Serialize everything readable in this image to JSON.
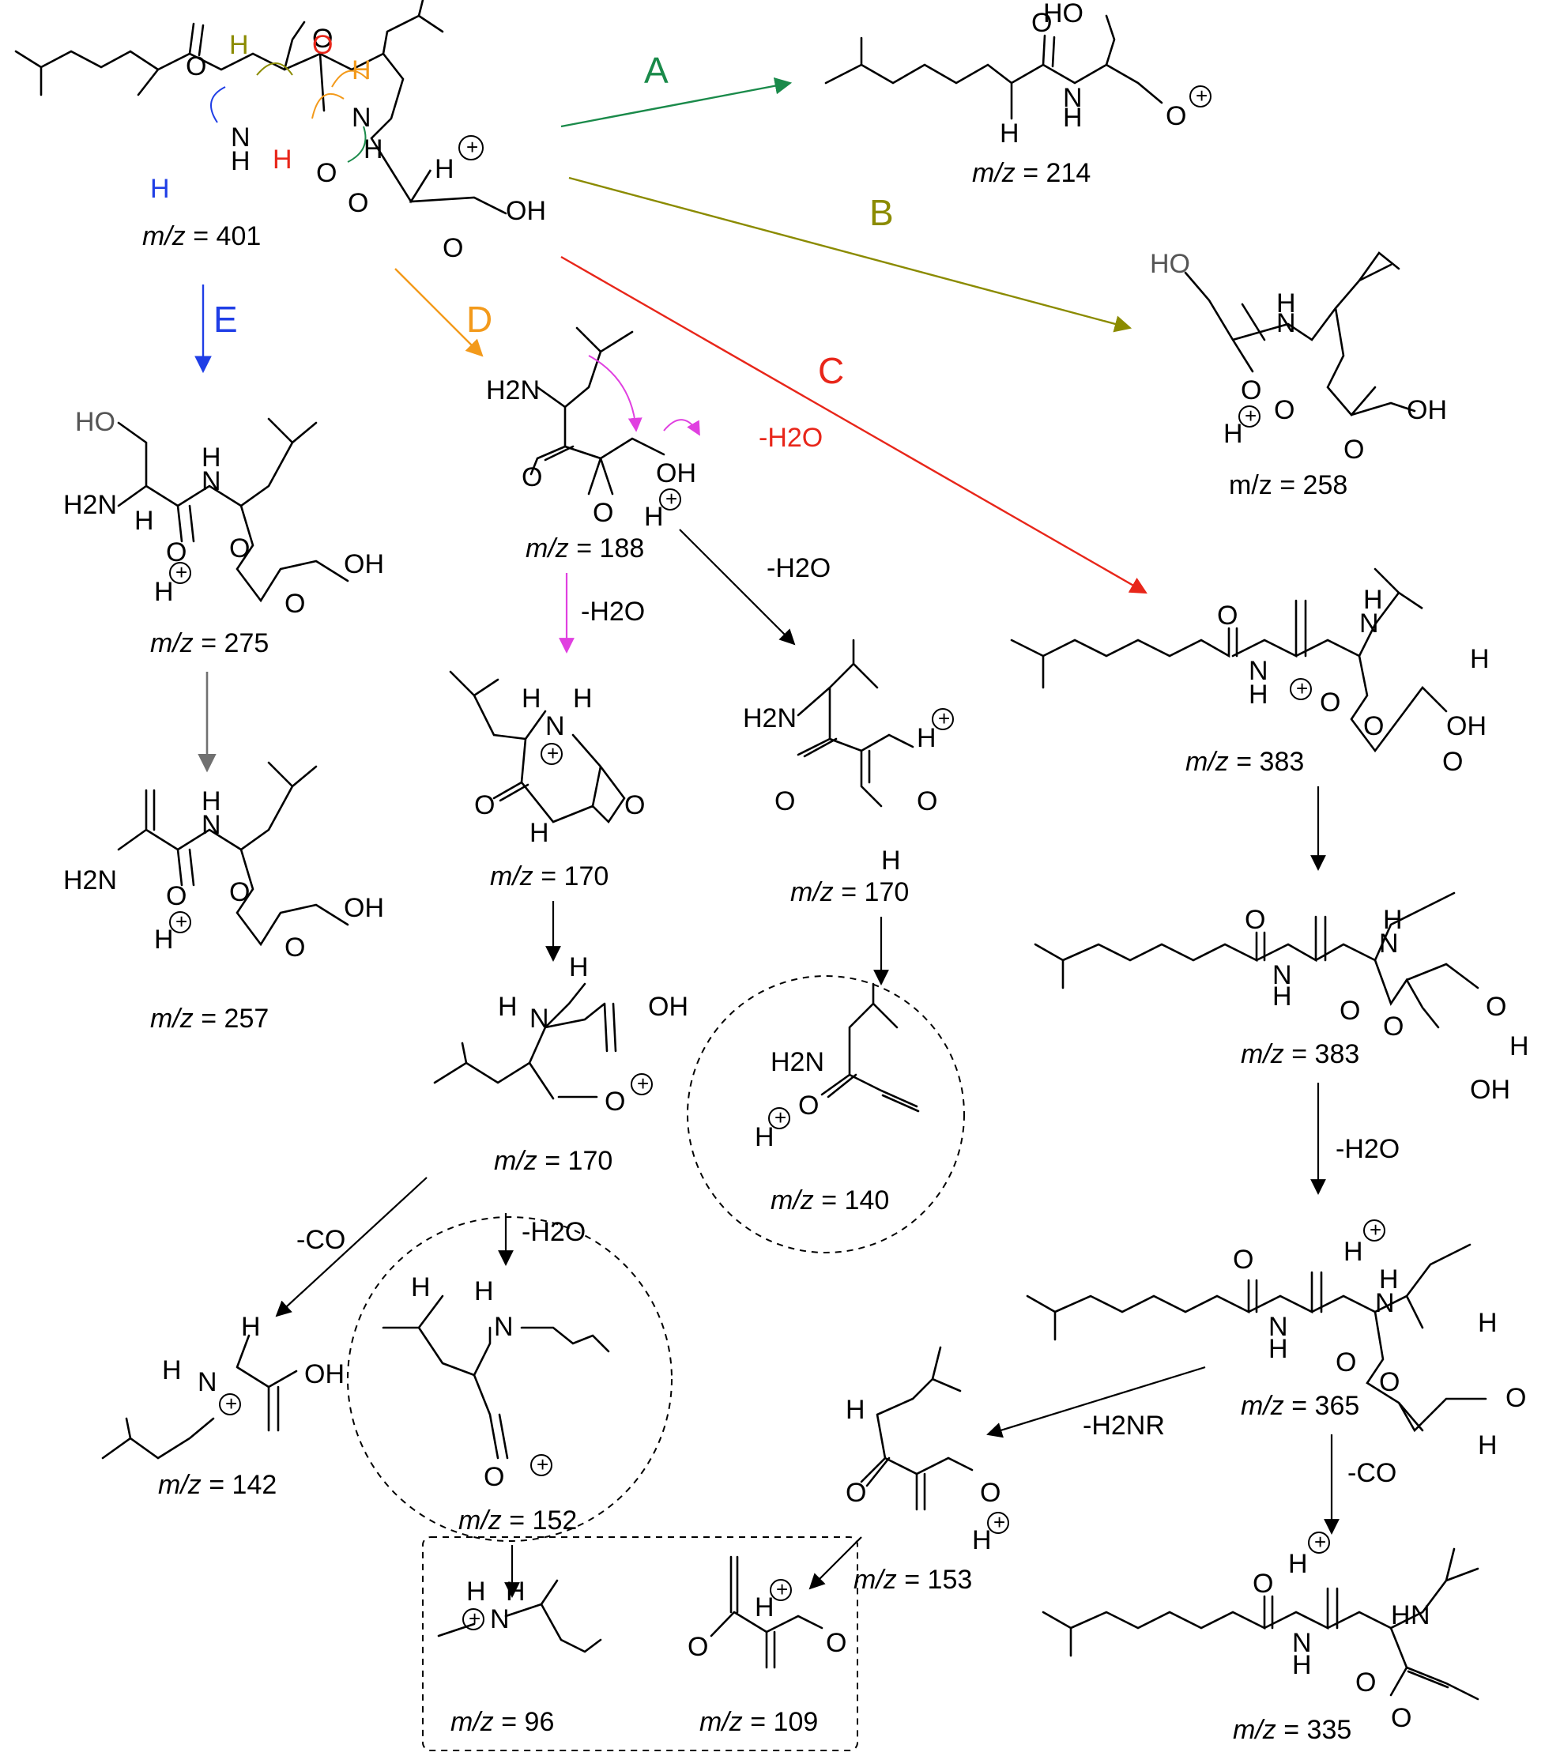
{
  "colors": {
    "path_a": "#1a8a4a",
    "path_b": "#8b8b00",
    "path_c": "#e8261a",
    "path_d": "#f39a1b",
    "path_e": "#1f3ee6",
    "magenta": "#e040e0",
    "grey_arrow": "#707070",
    "grey_text": "#555555",
    "black": "#000000"
  },
  "pathways": {
    "a": "A",
    "b": "B",
    "c": "C",
    "d": "D",
    "e": "E"
  },
  "losses": {
    "h2o": "-H2O",
    "co": "-CO",
    "h2nr": "-H2NR"
  },
  "mz": {
    "prefix": "m/z",
    "eq": " = ",
    "m401": "401",
    "m214": "214",
    "m258": "258",
    "m383a": "383",
    "m383b": "383",
    "m365": "365",
    "m335": "335",
    "m275": "275",
    "m257": "257",
    "m188": "188",
    "m170a": "170",
    "m170b": "170",
    "m170c": "170",
    "m140": "140",
    "m142": "142",
    "m152": "152",
    "m153": "153",
    "m96": "96",
    "m109": "109"
  },
  "atoms": {
    "O": "O",
    "H": "H",
    "N": "N",
    "OH": "OH",
    "HO": "HO",
    "H2N": "H2N",
    "plus": "+"
  }
}
